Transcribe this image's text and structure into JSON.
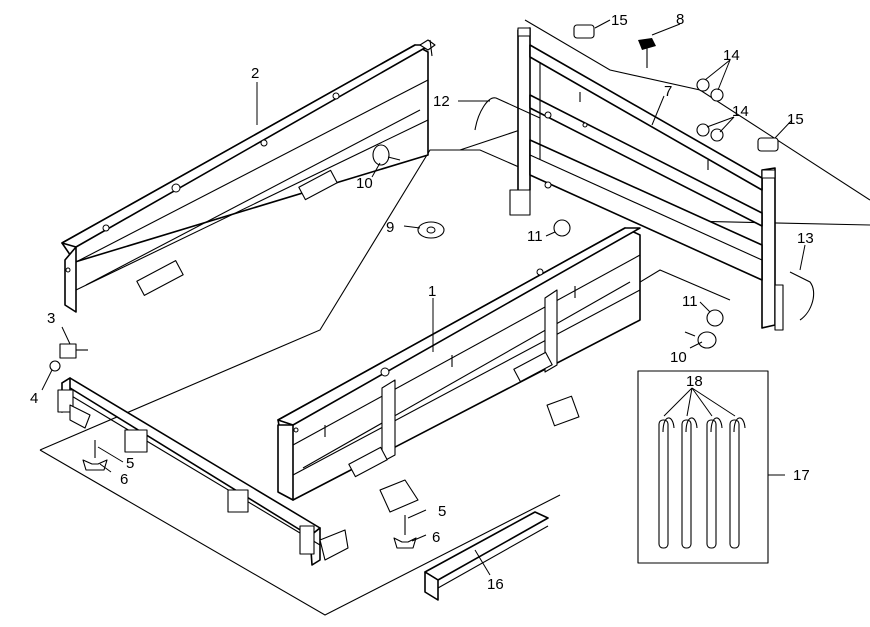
{
  "callouts": [
    {
      "label": "1"
    },
    {
      "label": "2"
    },
    {
      "label": "3"
    },
    {
      "label": "4"
    },
    {
      "label": "5"
    },
    {
      "label": "5"
    },
    {
      "label": "6"
    },
    {
      "label": "6"
    },
    {
      "label": "7"
    },
    {
      "label": "8"
    },
    {
      "label": "9"
    },
    {
      "label": "10"
    },
    {
      "label": "10"
    },
    {
      "label": "11"
    },
    {
      "label": "11"
    },
    {
      "label": "12"
    },
    {
      "label": "13"
    },
    {
      "label": "14"
    },
    {
      "label": "14"
    },
    {
      "label": "15"
    },
    {
      "label": "15"
    },
    {
      "label": "16"
    },
    {
      "label": "17"
    },
    {
      "label": "18"
    }
  ],
  "colors": {
    "ink": "#000000",
    "paper": "#ffffff"
  }
}
